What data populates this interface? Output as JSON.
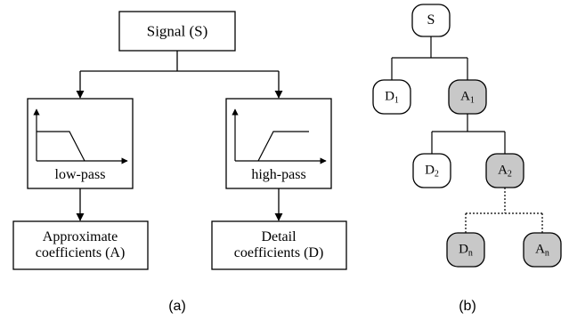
{
  "panel_a": {
    "signal": "Signal (S)",
    "lowpass_label": "low-pass",
    "highpass_label": "high-pass",
    "approx_line1": "Approximate",
    "approx_line2": "coefficients (A)",
    "detail_line1": "Detail",
    "detail_line2": "coefficients (D)",
    "caption": "(a)"
  },
  "panel_b": {
    "root": "S",
    "nodes": {
      "d1": {
        "base": "D",
        "sub": "1"
      },
      "a1": {
        "base": "A",
        "sub": "1"
      },
      "d2": {
        "base": "D",
        "sub": "2"
      },
      "a2": {
        "base": "A",
        "sub": "2"
      },
      "dn": {
        "base": "D",
        "sub": "n"
      },
      "an": {
        "base": "A",
        "sub": "n"
      }
    },
    "caption": "(b)"
  },
  "colors": {
    "stroke": "#000000",
    "approx_node_fill": "#c8c8c8",
    "detail_node_fill": "#ffffff"
  }
}
